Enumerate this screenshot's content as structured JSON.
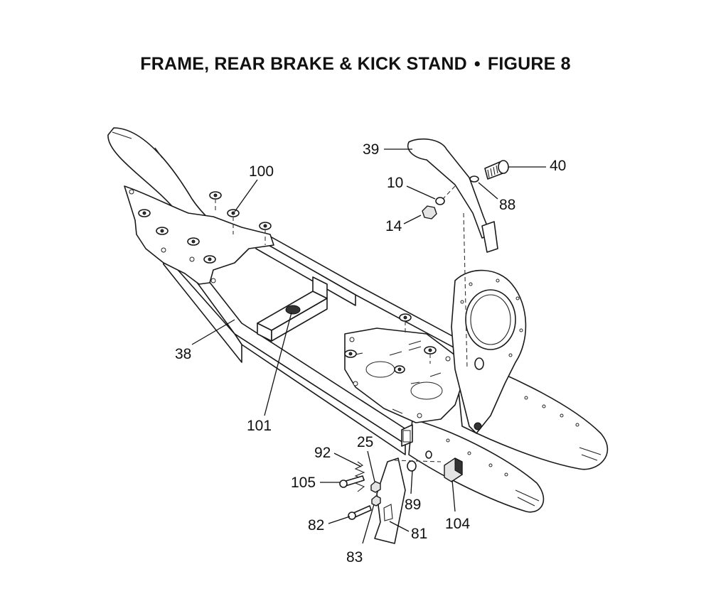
{
  "figure": {
    "title": "FRAME, REAR BRAKE & KICK STAND",
    "separator": "•",
    "figure_label": "FIGURE 8"
  },
  "labels": {
    "p39": "39",
    "p40": "40",
    "p10": "10",
    "p88": "88",
    "p14": "14",
    "p100": "100",
    "p38": "38",
    "p101": "101",
    "p92": "92",
    "p25": "25",
    "p105": "105",
    "p89": "89",
    "p104": "104",
    "p82": "82",
    "p83": "83",
    "p81": "81"
  },
  "colors": {
    "line": "#1a1a1a",
    "background": "#ffffff",
    "shade": "#e4e4e4"
  }
}
